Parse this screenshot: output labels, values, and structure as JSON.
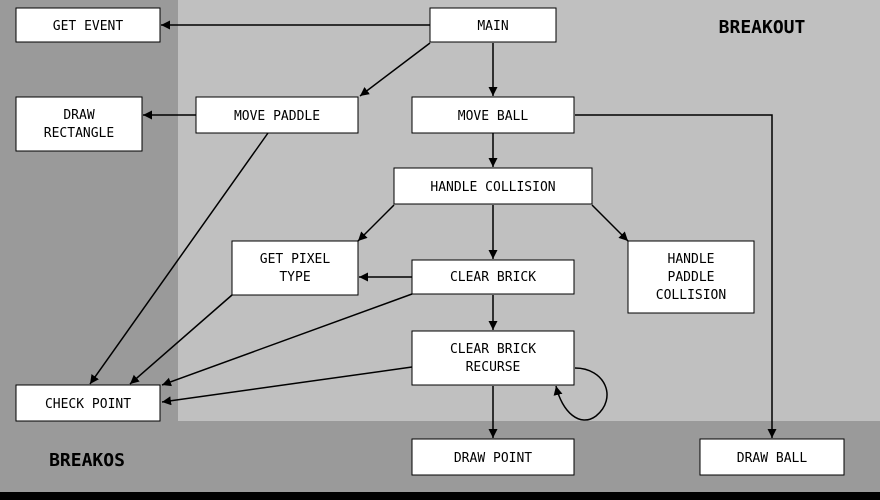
{
  "regions": {
    "breakos_label": "BREAKOS",
    "breakout_label": "BREAKOUT"
  },
  "nodes": {
    "main": [
      "MAIN"
    ],
    "get_event": [
      "GET EVENT"
    ],
    "draw_rectangle": [
      "DRAW",
      "RECTANGLE"
    ],
    "move_paddle": [
      "MOVE PADDLE"
    ],
    "move_ball": [
      "MOVE BALL"
    ],
    "handle_collision": [
      "HANDLE COLLISION"
    ],
    "get_pixel_type": [
      "GET PIXEL",
      "TYPE"
    ],
    "clear_brick": [
      "CLEAR BRICK"
    ],
    "handle_paddle_collision": [
      "HANDLE",
      "PADDLE",
      "COLLISION"
    ],
    "clear_brick_recurse": [
      "CLEAR BRICK",
      "RECURSE"
    ],
    "check_point": [
      "CHECK POINT"
    ],
    "draw_point": [
      "DRAW POINT"
    ],
    "draw_ball": [
      "DRAW BALL"
    ]
  },
  "colors": {
    "background_dark": "#9a9a9a",
    "background_light": "#c0c0c0",
    "box_fill": "#ffffff",
    "line": "#000000"
  }
}
